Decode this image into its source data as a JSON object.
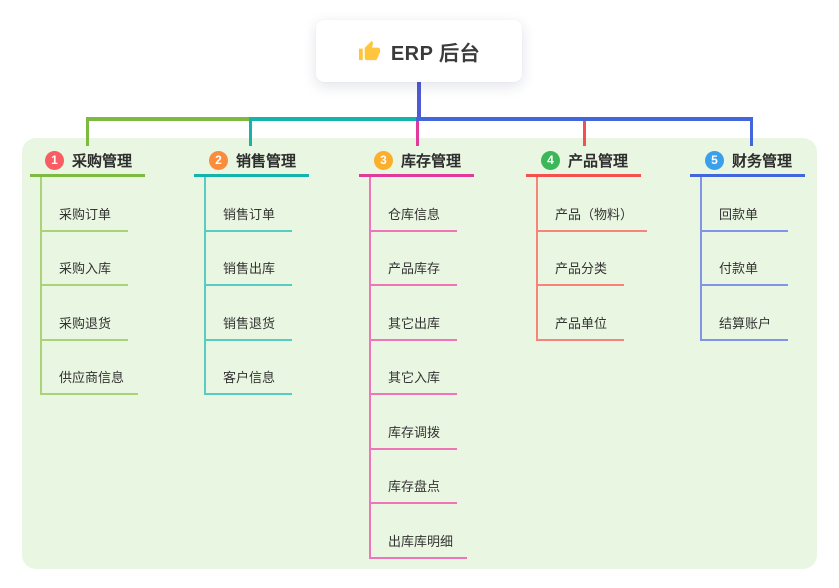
{
  "root": {
    "title": "ERP 后台",
    "icon": "thumbs-up",
    "line_color": "#4F5BD5"
  },
  "panel_color": "#E9F6E1",
  "branches": [
    {
      "badge": "1",
      "title": "采购管理",
      "color": "#7CBB3F",
      "child_line_color": "#A9D376",
      "badge_color": "#F75D63",
      "children": [
        "采购订单",
        "采购入库",
        "采购退货",
        "供应商信息"
      ]
    },
    {
      "badge": "2",
      "title": "销售管理",
      "color": "#14B3AC",
      "child_line_color": "#58CBC2",
      "badge_color": "#FA8C3E",
      "children": [
        "销售订单",
        "销售出库",
        "销售退货",
        "客户信息"
      ]
    },
    {
      "badge": "3",
      "title": "库存管理",
      "color": "#E23A9C",
      "child_line_color": "#F075B8",
      "badge_color": "#FCAE2D",
      "children": [
        "仓库信息",
        "产品库存",
        "其它出库",
        "其它入库",
        "库存调拨",
        "库存盘点",
        "出库库明细"
      ]
    },
    {
      "badge": "4",
      "title": "产品管理",
      "color": "#F4504E",
      "child_line_color": "#F8837B",
      "badge_color": "#3BB757",
      "children": [
        "产品（物料）",
        "产品分类",
        "产品单位"
      ]
    },
    {
      "badge": "5",
      "title": "财务管理",
      "color": "#4366DC",
      "child_line_color": "#8095E6",
      "badge_color": "#3AA0EC",
      "children": [
        "回款单",
        "付款单",
        "结算账户"
      ]
    }
  ]
}
